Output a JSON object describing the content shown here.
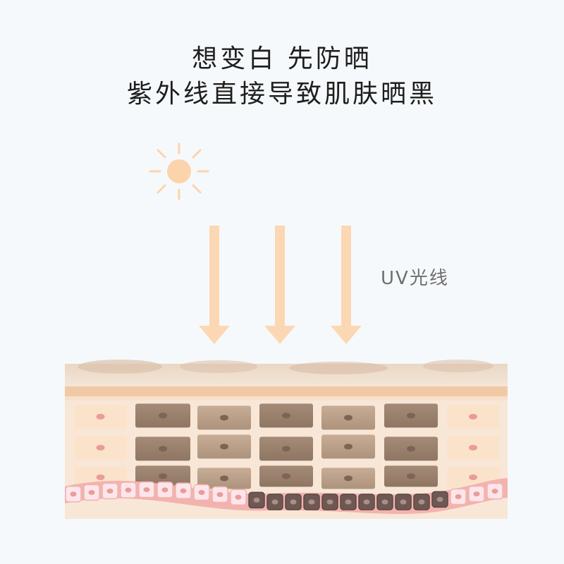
{
  "headline": {
    "line1": "想变白 先防晒",
    "line2": "紫外线直接导致肌肤晒黑"
  },
  "uv_label": "UV光线",
  "icons": {
    "sun": "sun-icon",
    "arrow": "down-arrow-icon"
  },
  "colors": {
    "background": "#f6f9fb",
    "sun_and_arrows": "#fcd7b3",
    "skin_surface": "#f2ccaa",
    "skin_base": "#f8e6d6",
    "light_cell": "#fbe2c8",
    "dark_cell": "#b8a08a",
    "nucleus": "#e79a92",
    "basal_light_cell": "#fde4ec",
    "basal_dark_cell": "#6e5752"
  }
}
